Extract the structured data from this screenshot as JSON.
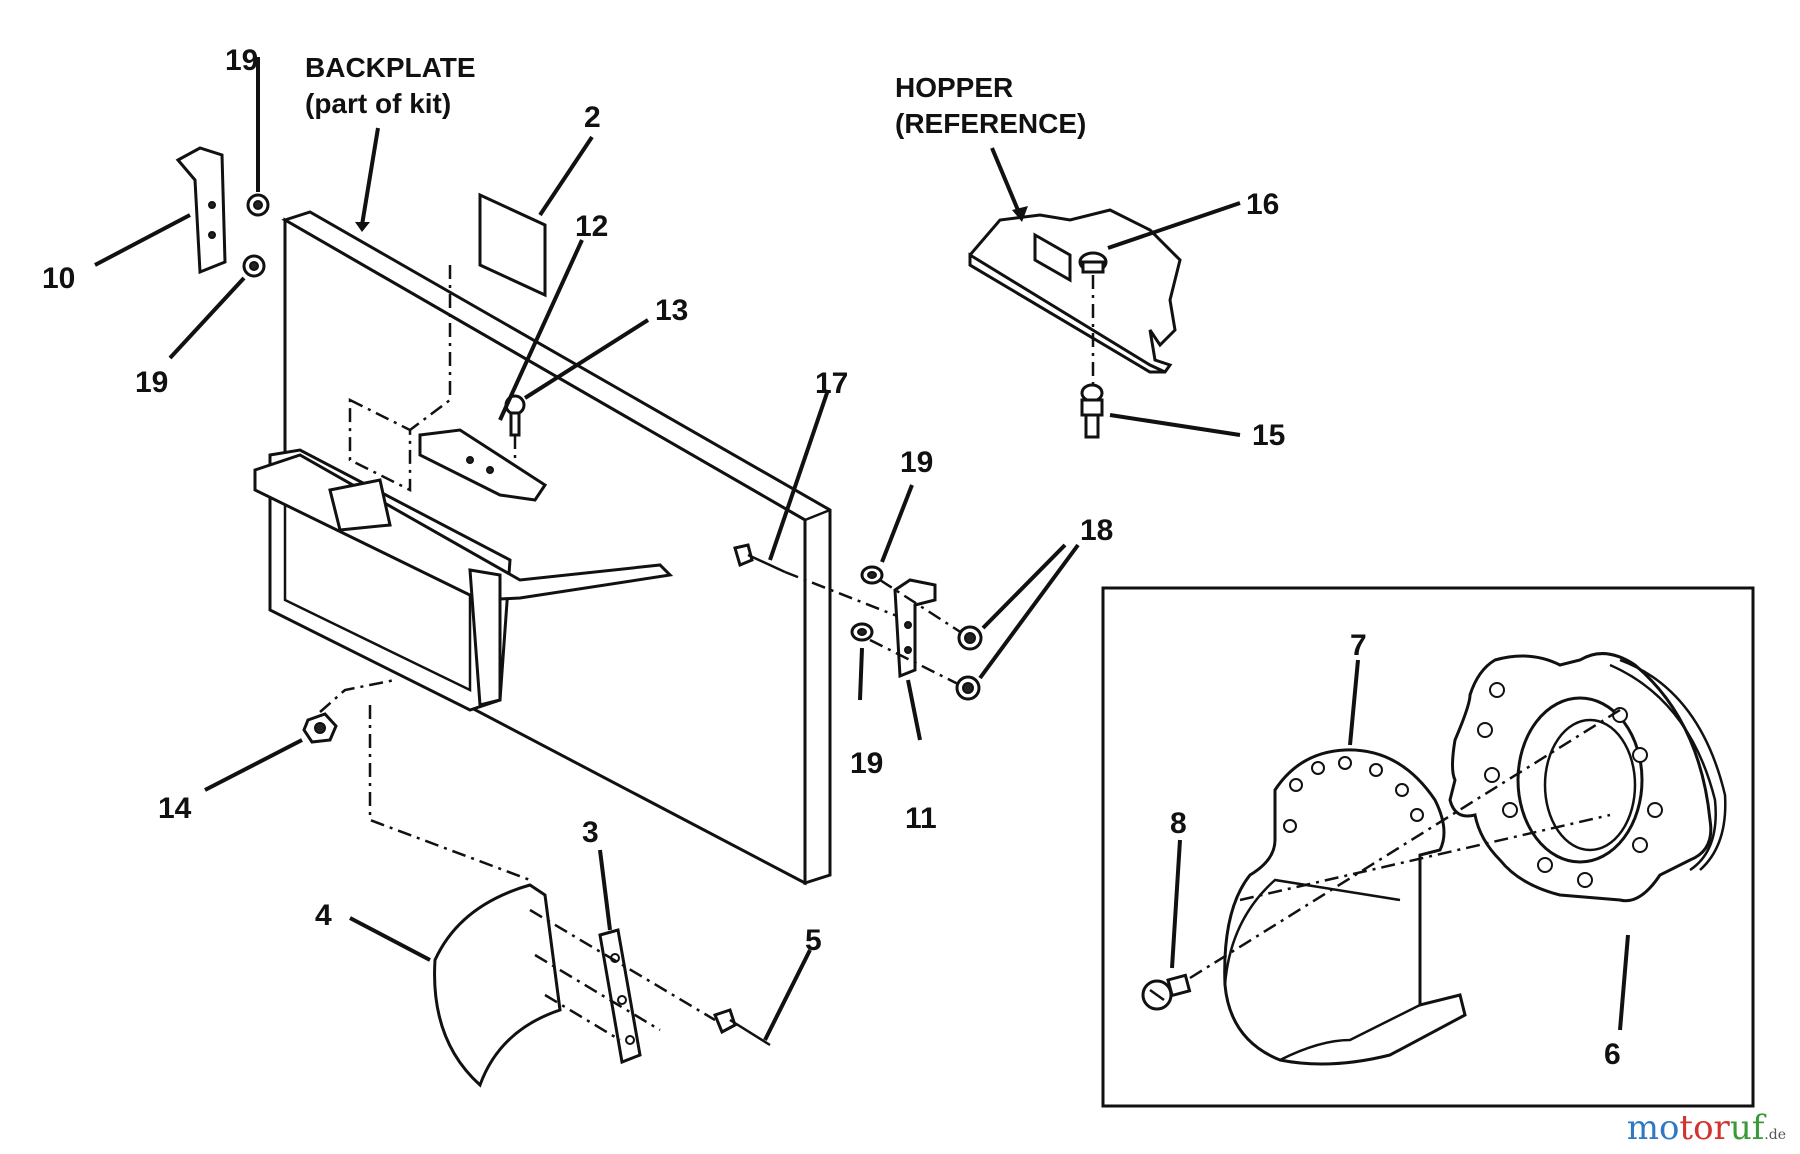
{
  "captions": {
    "backplate_line1": "BACKPLATE",
    "backplate_line2": "(part of kit)",
    "hopper_line1": "HOPPER",
    "hopper_line2": "(REFERENCE)"
  },
  "callouts": {
    "c2": "2",
    "c3": "3",
    "c4": "4",
    "c5": "5",
    "c6": "6",
    "c7": "7",
    "c8": "8",
    "c10": "10",
    "c11": "11",
    "c12": "12",
    "c13": "13",
    "c14": "14",
    "c15": "15",
    "c16": "16",
    "c17": "17",
    "c18": "18",
    "c19_top": "19",
    "c19_left": "19",
    "c19_right_top": "19",
    "c19_right_bottom": "19"
  },
  "watermark": {
    "m1": "mo",
    "m2": "tor",
    "m3": "uf",
    "suffix": ".de"
  }
}
